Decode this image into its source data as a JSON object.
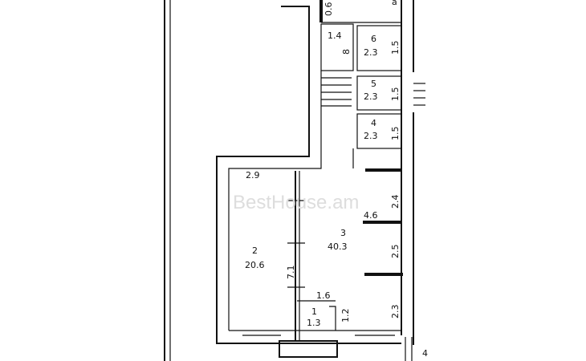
{
  "watermark": "BestHouse.am",
  "rooms": [
    {
      "number": "1",
      "area": "1.3"
    },
    {
      "number": "2",
      "area": "20.6"
    },
    {
      "number": "3",
      "area": "40.3"
    },
    {
      "number": "4",
      "area": "2.3"
    },
    {
      "number": "5",
      "area": "2.3"
    },
    {
      "number": "6",
      "area": "2.3"
    }
  ],
  "dimensions": {
    "top_06": "0.6",
    "top_a": "a",
    "d_14": "1.4",
    "d_8": "8",
    "r6_side": "1.5",
    "r5_side": "1.5",
    "r4_side": "1.5",
    "r2_width": "2.9",
    "r3_seg1": "2.4",
    "r3_width": "4.6",
    "r3_seg2": "2.5",
    "r3_seg3": "2.3",
    "r2_len": "7.1",
    "r1_width": "1.6",
    "r1_len": "1.2",
    "corner_4": "4"
  }
}
